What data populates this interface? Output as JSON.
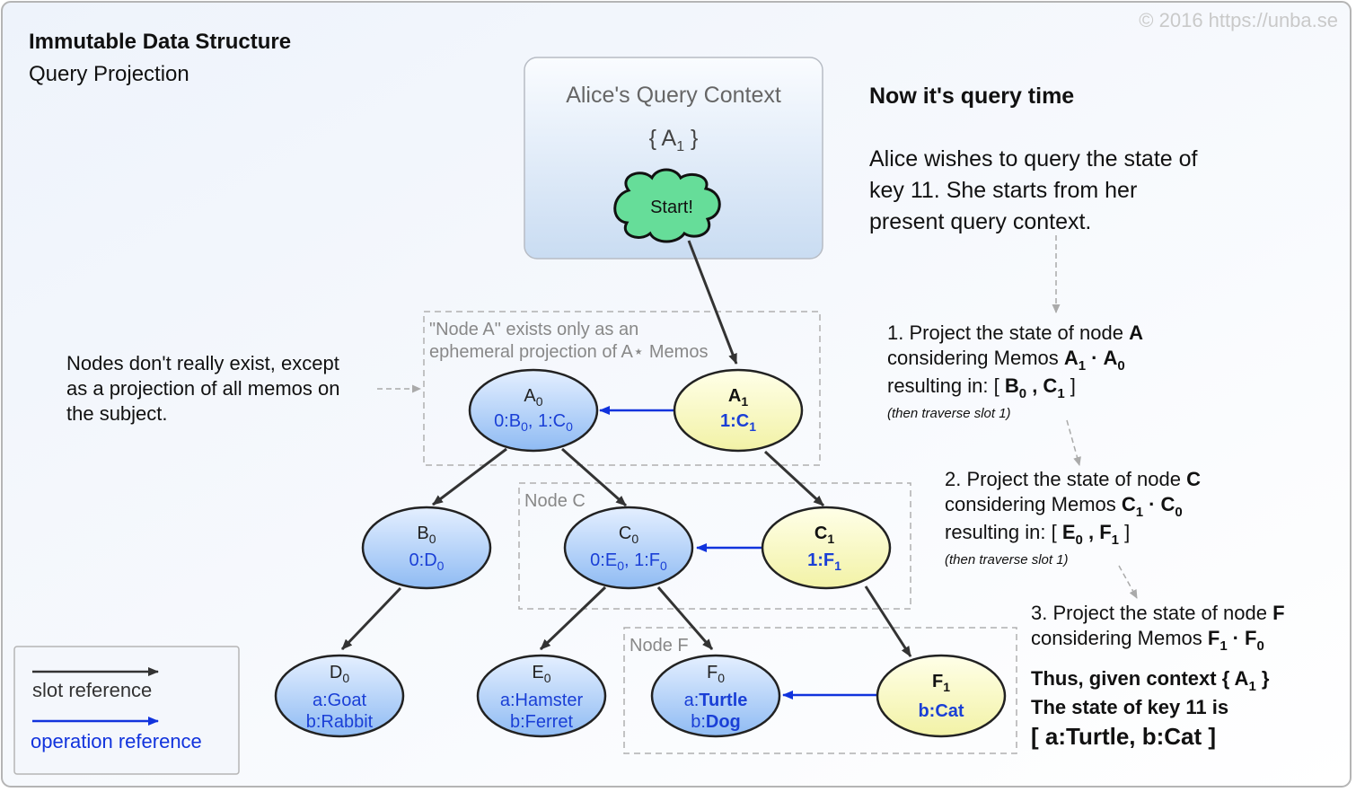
{
  "copyright": "© 2016  https://unba.se",
  "title": "Immutable Data Structure",
  "subtitle": "Query Projection",
  "context_box": {
    "title": "Alice's Query Context",
    "set_open": "{ A",
    "set_sub": "1",
    "set_close": " }",
    "start": "Start!"
  },
  "side_note": {
    "line1": "Nodes don't really exist, except",
    "line2": "as a projection of all memos on",
    "line3": "the subject."
  },
  "group_a": {
    "line1": "\"Node A\" exists only as an",
    "line2": "ephemeral projection of A⋆ Memos"
  },
  "group_c": "Node C",
  "group_f": "Node F",
  "nodes": {
    "A0": {
      "l": "A",
      "s": "0",
      "v1": "0:B",
      "v1s": "0",
      "v2": ", 1:C",
      "v2s": "0"
    },
    "A1": {
      "l": "A",
      "s": "1",
      "v1": "1:C",
      "v1s": "1"
    },
    "B0": {
      "l": "B",
      "s": "0",
      "v1": "0:D",
      "v1s": "0"
    },
    "C0": {
      "l": "C",
      "s": "0",
      "v1": "0:E",
      "v1s": "0",
      "v2": ", 1:F",
      "v2s": "0"
    },
    "C1": {
      "l": "C",
      "s": "1",
      "v1": "1:F",
      "v1s": "1"
    },
    "D0": {
      "l": "D",
      "s": "0",
      "a": "a:Goat",
      "b": "b:Rabbit"
    },
    "E0": {
      "l": "E",
      "s": "0",
      "a": "a:Hamster",
      "b": "b:Ferret"
    },
    "F0": {
      "l": "F",
      "s": "0",
      "ak": "a:",
      "av": "Turtle",
      "bk": "b:",
      "bv": "Dog"
    },
    "F1": {
      "l": "F",
      "s": "1",
      "v": "b:Cat"
    }
  },
  "legend": {
    "slot": "slot reference",
    "operation": "operation reference"
  },
  "right": {
    "heading": "Now it's query time",
    "intro": [
      "Alice wishes to query the state of",
      "key 11. She starts from her",
      "present query context."
    ],
    "step1": {
      "l1": "1. Project the state of node ",
      "l1b": "A",
      "l2": "considering Memos ",
      "l3": "resulting in: [ ",
      "note": "(then traverse slot 1)"
    },
    "step2": {
      "l1": "2. Project the state of node ",
      "l1b": "C",
      "l2": "considering Memos ",
      "l3": "resulting in: [ ",
      "note": "(then traverse slot 1)"
    },
    "step3": {
      "l1": "3. Project the state of node ",
      "l1b": "F",
      "l2": "considering Memos "
    },
    "conclusion": {
      "l1": "Thus, given context { A",
      "l1s": "1",
      "l1e": " }",
      "l2": "The state of key 11 is",
      "l3": "[ a:Turtle, b:Cat ]"
    }
  },
  "colors": {
    "slot_arrow": "#333333",
    "op_arrow": "#1133dd",
    "blue_text": "#1a3fd6",
    "cloud": "#66dd99",
    "memo_fill": "#fafac0"
  }
}
